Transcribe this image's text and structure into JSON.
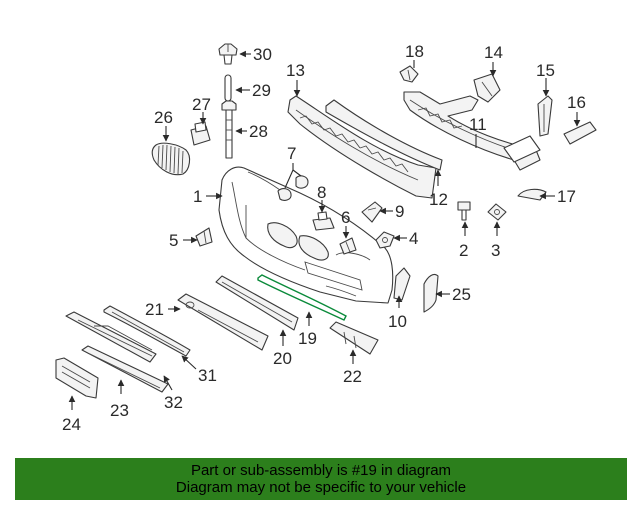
{
  "callouts": {
    "c1": "1",
    "c2": "2",
    "c3": "3",
    "c4": "4",
    "c5": "5",
    "c6": "6",
    "c7": "7",
    "c8": "8",
    "c9": "9",
    "c10": "10",
    "c11": "11",
    "c12": "12",
    "c13": "13",
    "c14": "14",
    "c15": "15",
    "c16": "16",
    "c17": "17",
    "c18": "18",
    "c19": "19",
    "c20": "20",
    "c21": "21",
    "c22": "22",
    "c23": "23",
    "c24": "24",
    "c25": "25",
    "c26": "26",
    "c27": "27",
    "c28": "28",
    "c29": "29",
    "c30": "30",
    "c31": "31",
    "c32": "32"
  },
  "highlighted_part": "19",
  "colors": {
    "banner_bg": "#2c7f1c",
    "highlight": "#0a8a3a",
    "line": "#3a3a3a"
  },
  "banner": {
    "line1": "Part or sub-assembly is #19 in diagram",
    "line2": "Diagram may not be specific to your vehicle"
  }
}
